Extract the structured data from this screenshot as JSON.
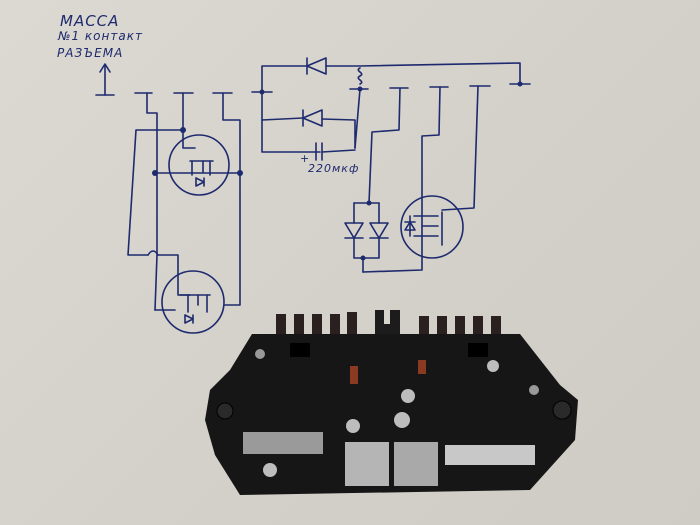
{
  "annotations": {
    "mass_title": "МАССА",
    "pin_note": "№1 контакт",
    "connector_note": "РАЗЪЕМА",
    "capacitor_value": "220мкф",
    "capacitor_polarity": "+"
  },
  "components": {
    "left_section": [
      "mosfet-upper",
      "mosfet-lower"
    ],
    "top_section": [
      "diode-top",
      "inductor",
      "diode-middle",
      "capacitor-220uF"
    ],
    "right_section": [
      "diode-left",
      "diode-right",
      "mosfet-right"
    ]
  },
  "photo": {
    "subject": "circuit board module",
    "board_color": "#1a1a1a",
    "pad_color": "#b8b8b8"
  }
}
